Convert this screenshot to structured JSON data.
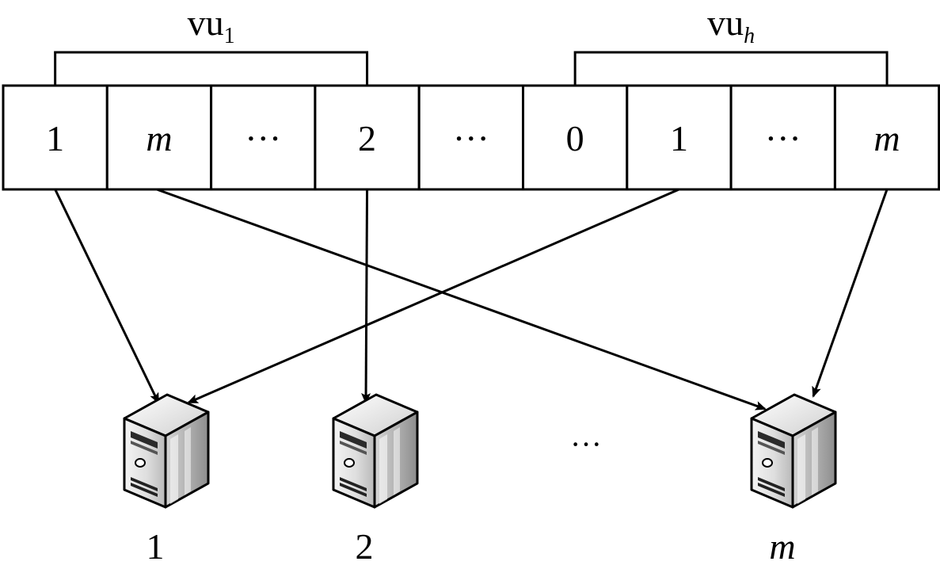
{
  "groups": [
    {
      "base": "vu",
      "sub": "1"
    },
    {
      "base": "vu",
      "sub": "h"
    }
  ],
  "cells": [
    {
      "text": "1",
      "italic": false
    },
    {
      "text": "m",
      "italic": true
    },
    {
      "text": "···",
      "italic": false
    },
    {
      "text": "2",
      "italic": false
    },
    {
      "text": "···",
      "italic": false
    },
    {
      "text": "0",
      "italic": false
    },
    {
      "text": "1",
      "italic": false
    },
    {
      "text": "···",
      "italic": false
    },
    {
      "text": "m",
      "italic": true
    }
  ],
  "servers": [
    {
      "label": "1",
      "italic": false
    },
    {
      "label": "2",
      "italic": false
    },
    {
      "label": "m",
      "italic": true
    }
  ],
  "server_ellipsis": "···",
  "mappings": [
    {
      "from_cell": 0,
      "to_server": 0
    },
    {
      "from_cell": 1,
      "to_server": 2
    },
    {
      "from_cell": 3,
      "to_server": 1
    },
    {
      "from_cell": 6,
      "to_server": 0
    },
    {
      "from_cell": 8,
      "to_server": 2
    }
  ]
}
